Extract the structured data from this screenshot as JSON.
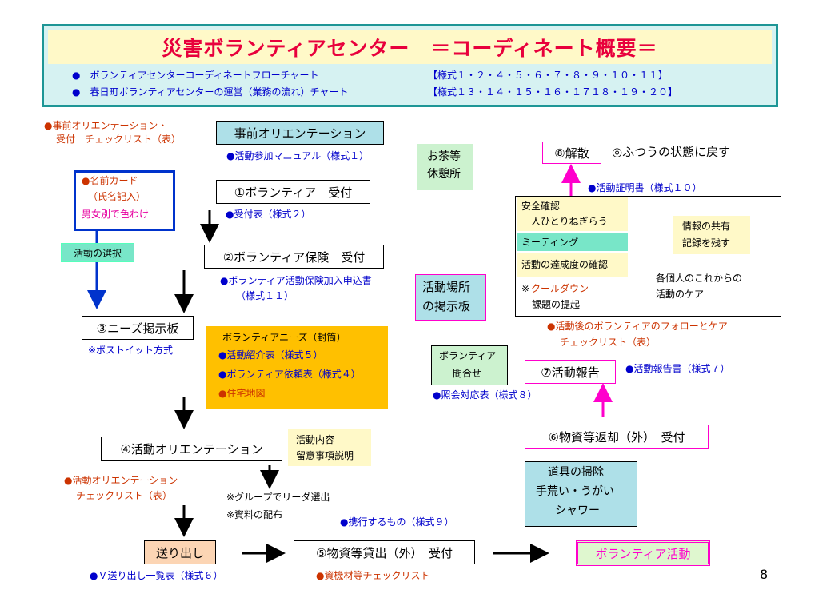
{
  "header": {
    "title": "災害ボランティアセンター　＝コーディネート概要＝",
    "row1_label": "●　ボランティアセンターコーディネートフローチャート",
    "row1_forms": "【様式１・２・４・５・６・７・８・９・１０・１１】",
    "row2_label": "●　春日町ボランティアセンターの運営（業務の流れ）チャート",
    "row2_forms": "【様式１３・１４・１５・１６・１７１８・１９・２０】"
  },
  "left_notes": {
    "pre_orientation_check_1": "●事前オリエンテーション・",
    "pre_orientation_check_2": "受付　チェックリスト（表）",
    "name_card_1": "●名前カード",
    "name_card_2": "（氏名記入）",
    "name_card_3": "男女別で色わけ",
    "activity_select": "活動の選択",
    "post_it": "※ポストイット方式",
    "act_orient_check_1": "●活動オリエンテーション",
    "act_orient_check_2": "チェックリスト（表）",
    "send_list": "●Ｖ送り出し一覧表（様式６）"
  },
  "flow": {
    "pre_orientation": "事前オリエンテーション",
    "activity_manual": "●活動参加マニュアル（様式１）",
    "step1": "①ボランティア　受付",
    "reception_form": "●受付表（様式２）",
    "step2": "②ボランティア保険　受付",
    "insurance_form_1": "●ボランティア活動保険加入申込書",
    "insurance_form_2": "（様式１１）",
    "step3": "③ニーズ掲示板",
    "needs_title": "ボランティアニーズ（封筒）",
    "needs_1": "●活動紹介表（様式５）",
    "needs_2": "●ボランティア依頼表（様式４）",
    "needs_3": "●住宅地図",
    "step4": "④活動オリエンテーション",
    "activity_content_1": "活動内容",
    "activity_content_2": "留意事項説明",
    "group_leader": "※グループでリーダ選出",
    "materials": "※資料の配布",
    "carry_items": "●携行するもの（様式９）",
    "send_off": "送り出し",
    "step5": "⑤物資等貸出（外）　受付",
    "equipment_check": "●資機材等チェックリスト",
    "volunteer_activity": "ボランティア活動"
  },
  "right": {
    "tea_1": "お茶等",
    "tea_2": "休憩所",
    "board_1": "活動場所",
    "board_2": "の掲示板",
    "inquiry_1": "ボランティア",
    "inquiry_2": "問合せ",
    "inquiry_form": "●照会対応表（様式８）",
    "step8": "⑧解散",
    "back_normal": "◎ふつうの状態に戻す",
    "certificate": "●活動証明書（様式１０）",
    "safety_1": "安全確認",
    "safety_2": "一人ひとりねぎらう",
    "meeting": "ミーティング",
    "achievement": "活動の達成度の確認",
    "cooldown_mark": "※",
    "cooldown": "クールダウン",
    "issues": "課題の提起",
    "share_1": "情報の共有",
    "share_2": "記録を残す",
    "care_1": "各個人のこれからの",
    "care_2": "活動のケア",
    "followup_1": "●活動後のボランティアのフォローとケア",
    "followup_2": "チェックリスト（表）",
    "step7": "⑦活動報告",
    "report_form": "●活動報告書（様式７）",
    "step6": "⑥物資等返却（外）　受付",
    "cleanup_1": "道具の掃除",
    "cleanup_2": "手荒い・うがい",
    "cleanup_3": "シャワー"
  },
  "page_number": "8",
  "colors": {
    "title_red": "#e8003c",
    "header_border": "#1e9696",
    "blue_text": "#0000cc",
    "orange_text": "#cc3300",
    "magenta": "#e600a0",
    "needs_bg": "#ffc000"
  }
}
